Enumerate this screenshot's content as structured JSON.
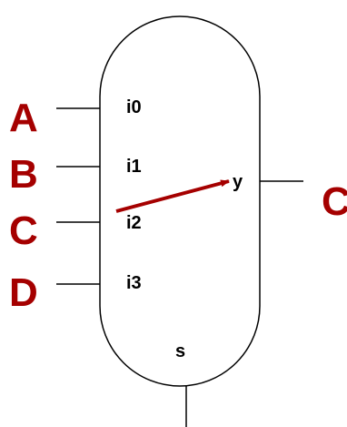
{
  "diagram": {
    "type": "multiplexer",
    "inputs": [
      {
        "signal": "A",
        "port": "i0"
      },
      {
        "signal": "B",
        "port": "i1"
      },
      {
        "signal": "C",
        "port": "i2"
      },
      {
        "signal": "D",
        "port": "i3"
      }
    ],
    "output_port": "y",
    "output_signal": "C",
    "select_port": "s",
    "selected_input_port": "i2",
    "colors": {
      "signal_label": "#a50000",
      "arrow": "#a50000",
      "outline": "#000000"
    }
  }
}
